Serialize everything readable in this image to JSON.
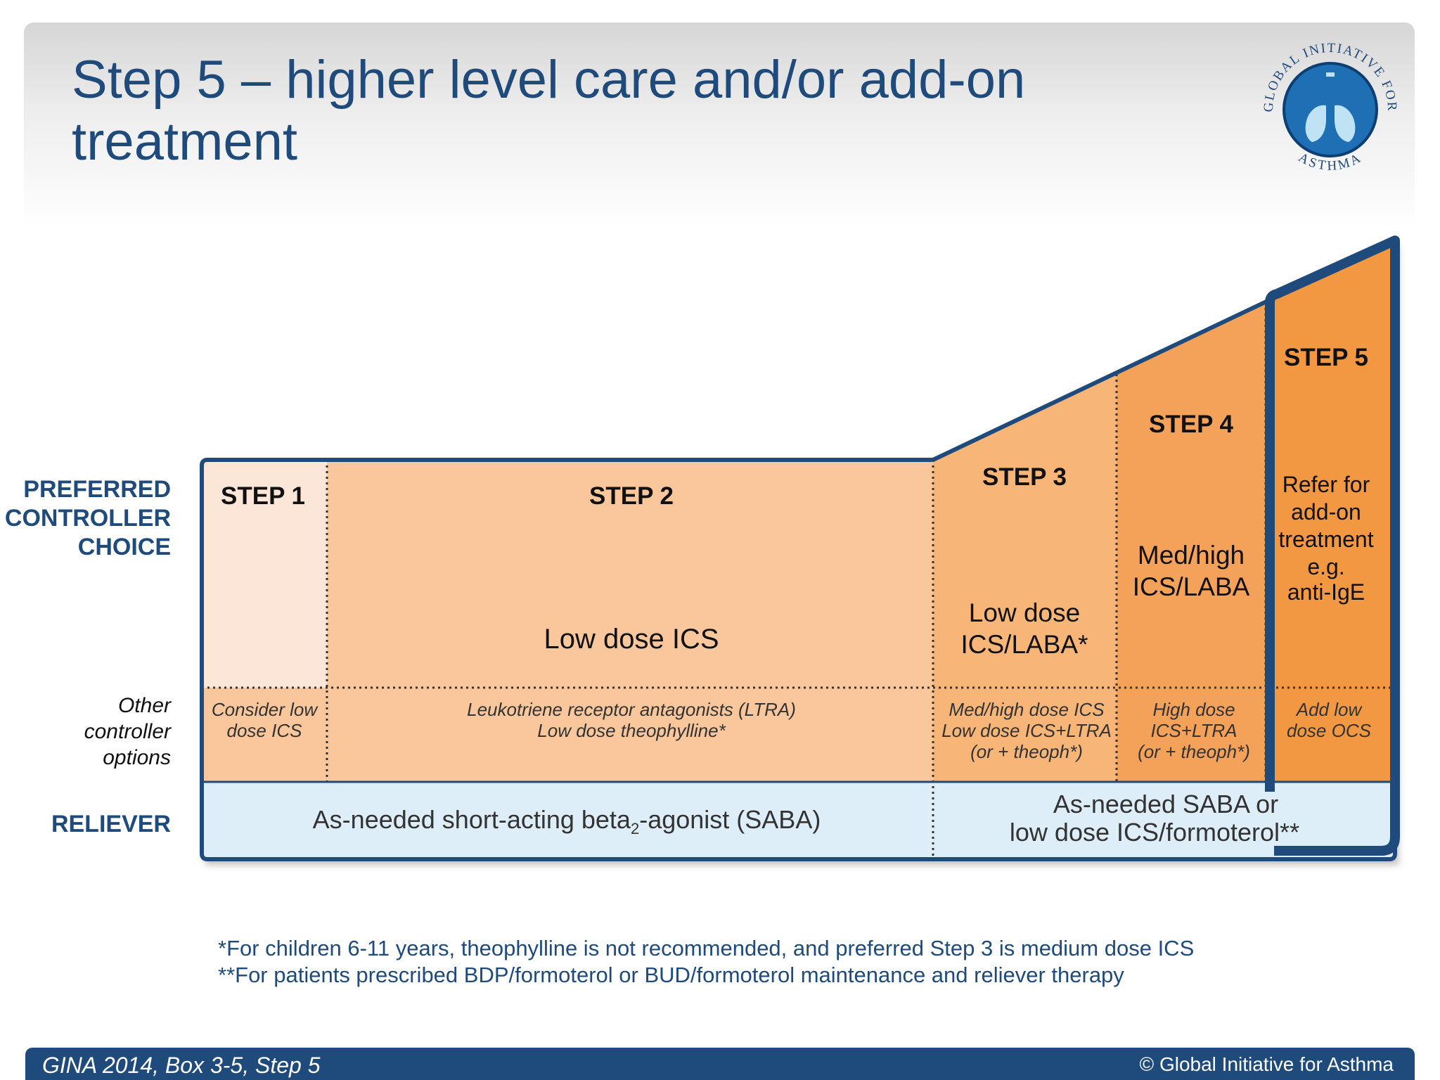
{
  "slide": {
    "title": "Step 5 – higher level care and/or add-on treatment",
    "logo": {
      "icon": "lungs-globe-icon",
      "text_top": "GLOBAL INITIATIVE FOR",
      "text_bottom": "ASTHMA"
    }
  },
  "row_labels": {
    "preferred_line1": "PREFERRED",
    "preferred_line2": "CONTROLLER",
    "preferred_line3": "CHOICE",
    "other_line1": "Other",
    "other_line2": "controller",
    "other_line3": "options",
    "reliever": "RELIEVER"
  },
  "steps": [
    {
      "label": "STEP 1",
      "preferred_lines": [],
      "other_lines": [
        "Consider low",
        "dose ICS"
      ],
      "color": "#fce6d8"
    },
    {
      "label": "STEP 2",
      "preferred_lines": [
        "Low dose ICS"
      ],
      "other_lines": [
        "Leukotriene receptor antagonists (LTRA)",
        "Low dose theophylline*"
      ],
      "color": "#f9c79b"
    },
    {
      "label": "STEP 3",
      "preferred_lines": [
        "Low dose",
        "ICS/LABA*"
      ],
      "other_lines": [
        "Med/high dose ICS",
        "Low dose ICS+LTRA",
        "(or + theoph*)"
      ],
      "color": "#f7b578"
    },
    {
      "label": "STEP 4",
      "preferred_lines": [
        "Med/high",
        "ICS/LABA"
      ],
      "other_lines": [
        "High dose",
        "ICS+LTRA",
        "(or + theoph*)"
      ],
      "color": "#f4a15a"
    },
    {
      "label": "STEP 5",
      "preferred_lines": [
        "Refer for",
        "add-on",
        "treatment",
        "e.g.",
        "anti-IgE"
      ],
      "other_lines": [
        "Add low",
        "dose OCS"
      ],
      "color": "#f29842"
    }
  ],
  "reliever": {
    "left_prefix": "As-needed short-acting beta",
    "left_subscript": "2",
    "left_suffix": "-agonist (SABA)",
    "right_line1": "As-needed SABA or",
    "right_line2": "low dose ICS/formoterol**"
  },
  "colors": {
    "brand_blue": "#1f4a7c",
    "reliever_fill": "#ddeef9",
    "other_row_fill": "#f8c99d"
  },
  "footnotes": {
    "note1": "*For children 6-11 years, theophylline  is not recommended, and preferred Step 3 is medium dose ICS",
    "note2": "**For patients prescribed BDP/formoterol or BUD/formoterol maintenance and reliever therapy"
  },
  "footer": {
    "source": "GINA 2014, Box 3-5, Step 5",
    "copyright": "© Global Initiative for Asthma"
  }
}
